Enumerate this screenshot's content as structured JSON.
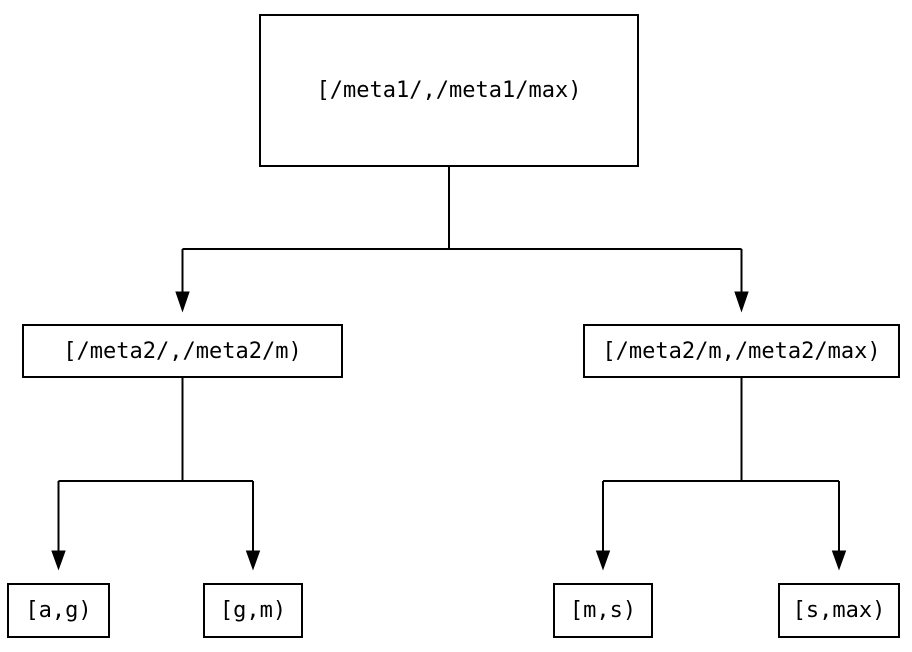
{
  "diagram": {
    "type": "tree",
    "background_color": "#ffffff",
    "line_color": "#000000",
    "text_color": "#000000",
    "root": {
      "label": "[/meta1/,/meta1/max)"
    },
    "children": [
      {
        "label": "[/meta2/,/meta2/m)",
        "children": [
          {
            "label": "[a,g)"
          },
          {
            "label": "[g,m)"
          }
        ]
      },
      {
        "label": "[/meta2/m,/meta2/max)",
        "children": [
          {
            "label": "[m,s)"
          },
          {
            "label": "[s,max)"
          }
        ]
      }
    ]
  }
}
